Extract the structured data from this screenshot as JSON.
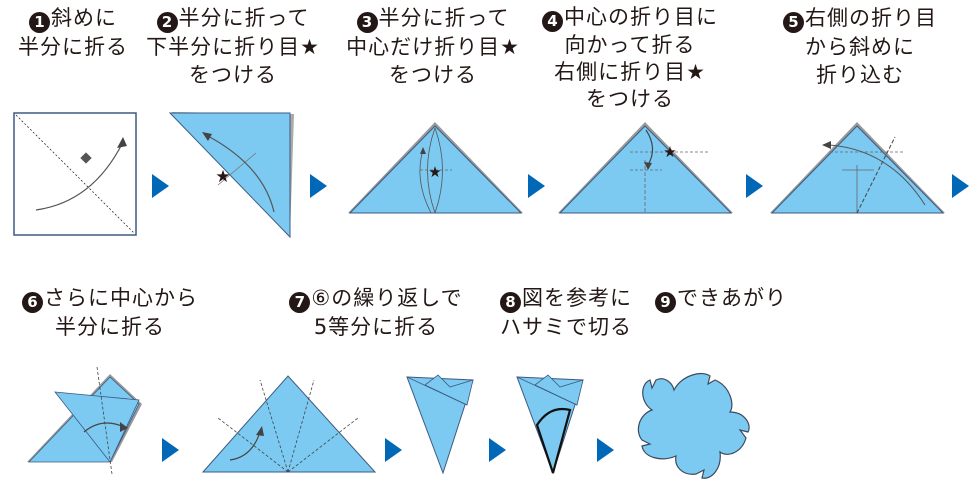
{
  "title": "Origami sakura (cherry blossom) folding steps",
  "colors": {
    "paper": "#7ccaf2",
    "paper_edge": "#3d5a80",
    "next_arrow": "#0068b7",
    "text": "#231815"
  },
  "steps": [
    {
      "num": "1",
      "lines": [
        "斜めに",
        "半分に折る"
      ]
    },
    {
      "num": "2",
      "lines": [
        "半分に折って",
        "下半分に折り目★",
        "をつける"
      ]
    },
    {
      "num": "3",
      "lines": [
        "半分に折って",
        "中心だけ折り目★",
        "をつける"
      ]
    },
    {
      "num": "4",
      "lines": [
        "中心の折り目に",
        "向かって折る",
        "右側に折り目★",
        "をつける"
      ]
    },
    {
      "num": "5",
      "lines": [
        "右側の折り目",
        "から斜めに",
        "折り込む"
      ]
    },
    {
      "num": "6",
      "lines": [
        "さらに中心から",
        "半分に折る"
      ]
    },
    {
      "num": "7",
      "lines": [
        "⑥の繰り返しで",
        "5等分に折る"
      ]
    },
    {
      "num": "8",
      "lines": [
        "図を参考に",
        "ハサミで切る"
      ]
    },
    {
      "num": "9",
      "lines": [
        "できあがり"
      ]
    }
  ],
  "icons": {
    "next": "next-step-arrow-icon",
    "crease_mark": "★"
  }
}
